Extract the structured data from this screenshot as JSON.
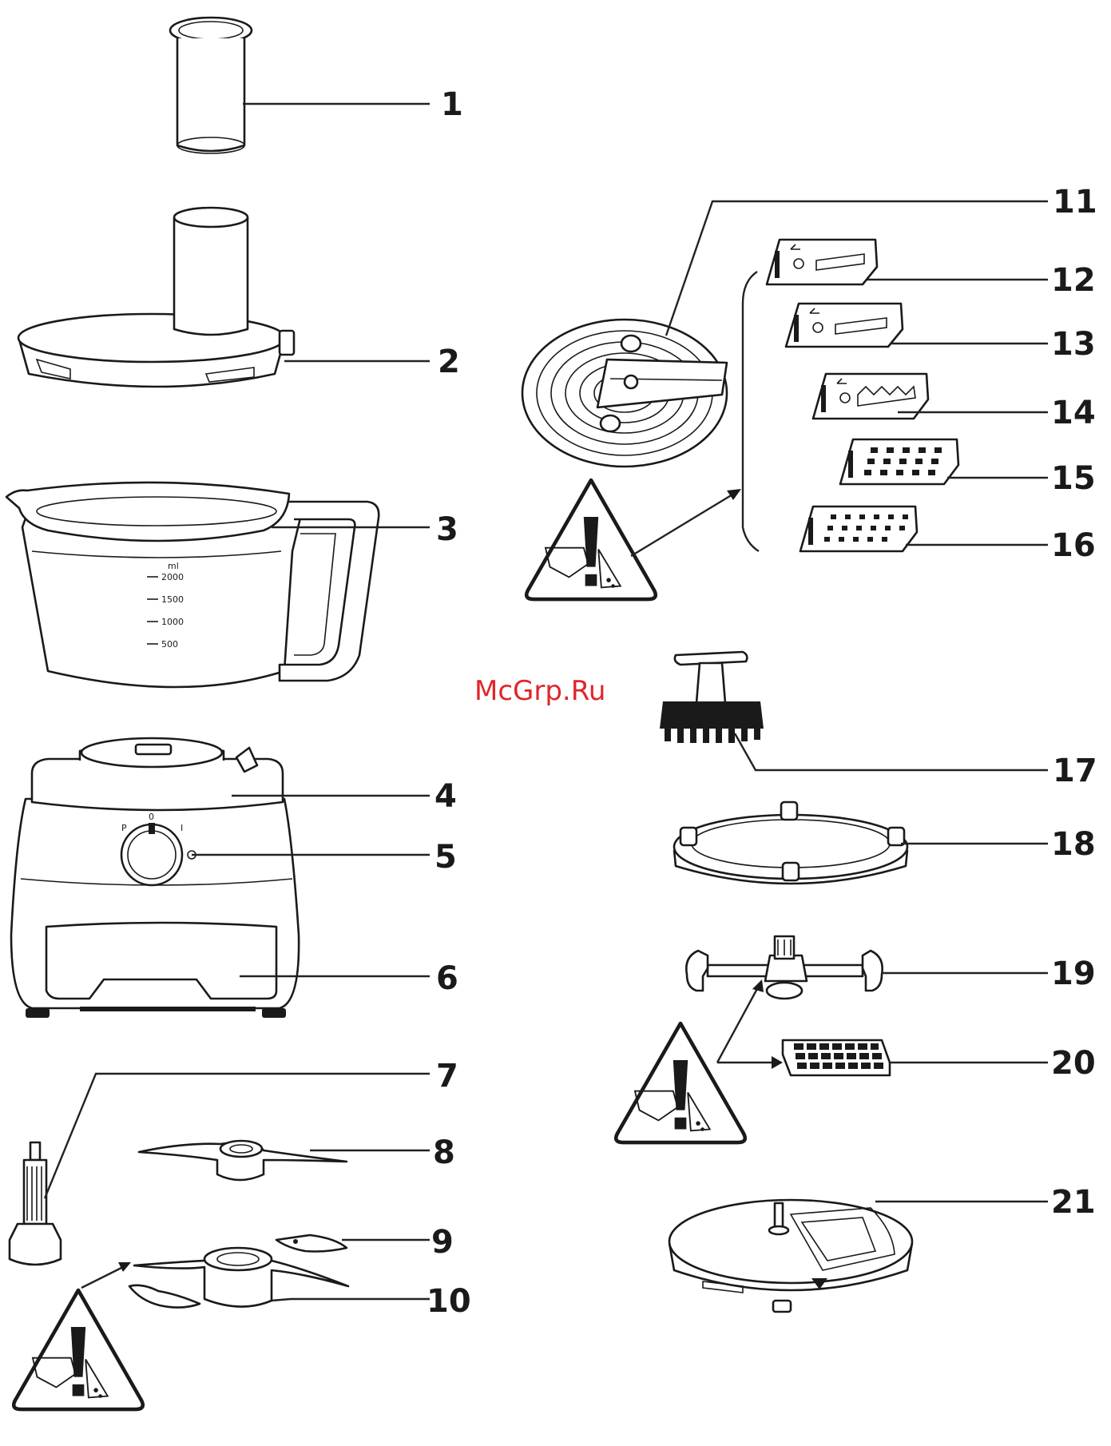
{
  "watermark": "McGrp.Ru",
  "callouts": [
    "1",
    "2",
    "3",
    "4",
    "5",
    "6",
    "7",
    "8",
    "9",
    "10",
    "11",
    "12",
    "13",
    "14",
    "15",
    "16",
    "17",
    "18",
    "19",
    "20",
    "21"
  ],
  "bowl_scale": [
    "ml",
    "2000",
    "1500",
    "1000",
    "500"
  ],
  "dial_marks": [
    "P",
    "0",
    "I"
  ],
  "warning_icons": 3
}
